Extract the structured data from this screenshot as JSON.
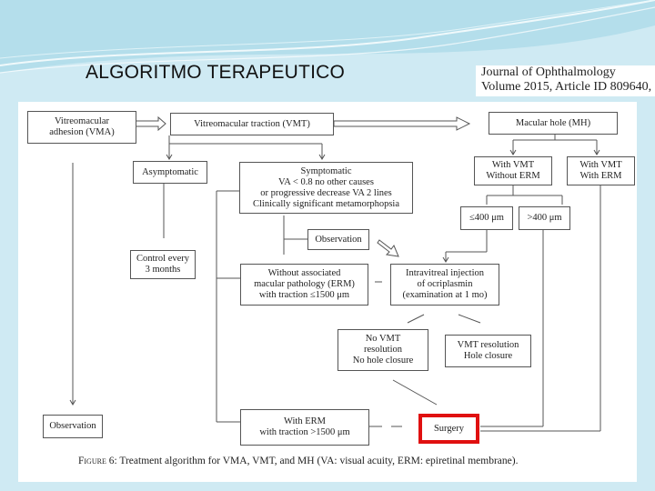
{
  "slide": {
    "title": "ALGORITMO TERAPEUTICO",
    "journal_line1": "Journal of Ophthalmology",
    "journal_line2": "Volume 2015, Article ID 809640,"
  },
  "colors": {
    "background": "#cfeaf3",
    "highlight": "#e01010",
    "box_border": "#555555"
  },
  "diagram": {
    "nodes": {
      "vma": [
        "Vitreomacular",
        "adhesion (VMA)"
      ],
      "vmt": [
        "Vitreomacular traction (VMT)"
      ],
      "mh": [
        "Macular hole (MH)"
      ],
      "asymptomatic": [
        "Asymptomatic"
      ],
      "symptomatic": [
        "Symptomatic",
        "VA < 0.8 no other causes",
        "or progressive decrease VA 2 lines",
        "Clinically significant metamorphopsia"
      ],
      "vmt_no_erm": [
        "With VMT",
        "Without ERM"
      ],
      "vmt_erm": [
        "With VMT",
        "With ERM"
      ],
      "le400": [
        "≤400 μm"
      ],
      "gt400": [
        ">400 μm"
      ],
      "control": [
        "Control every",
        "3 months"
      ],
      "observation_mid": [
        "Observation"
      ],
      "no_erm": [
        "Without associated",
        "macular pathology (ERM)",
        "with traction ≤1500 μm"
      ],
      "ocriplasmin": [
        "Intravitreal injection",
        "of ocriplasmin",
        "(examination at 1 mo)"
      ],
      "no_resolution": [
        "No VMT",
        "resolution",
        "No hole closure"
      ],
      "resolution": [
        "VMT resolution",
        "Hole closure"
      ],
      "observation_left": [
        "Observation"
      ],
      "with_erm": [
        "With ERM",
        "with traction >1500 μm"
      ],
      "surgery": [
        "Surgery"
      ]
    },
    "caption_label": "Figure 6:",
    "caption_text": " Treatment algorithm for VMA, VMT, and MH (VA: visual acuity, ERM: epiretinal membrane)."
  }
}
